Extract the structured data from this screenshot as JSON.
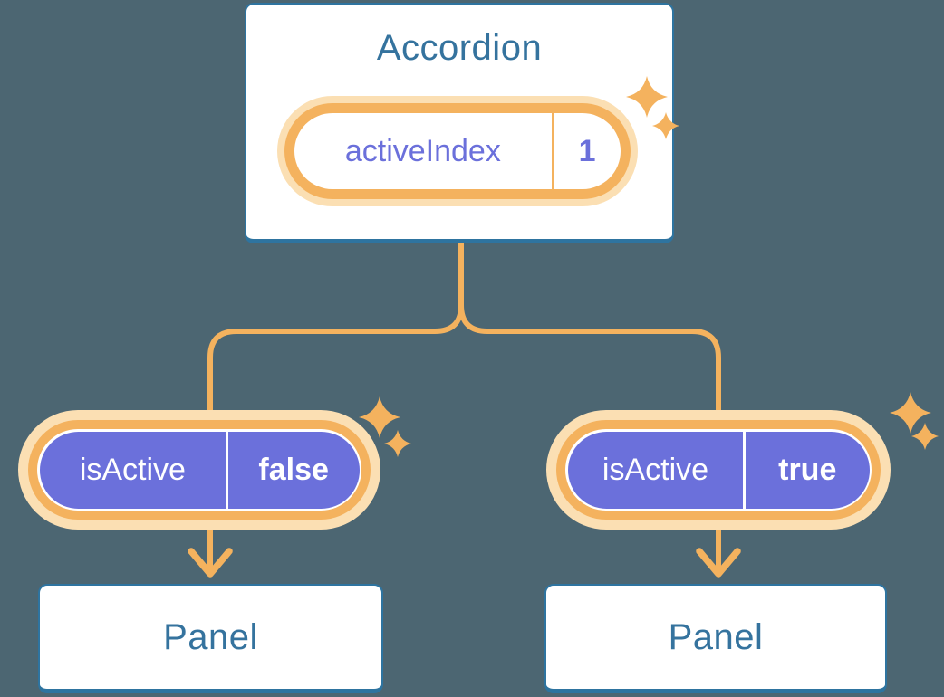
{
  "colors": {
    "background": "#4C6672",
    "accent_orange": "#F4B25E",
    "glow_orange": "#FBDFB3",
    "purple": "#6B70DB",
    "card_border": "#2E74A0",
    "heading_text": "#35739E"
  },
  "icons": {
    "sparkle": "four-point-sparkle"
  },
  "root_component": {
    "title": "Accordion",
    "state_pill": {
      "label": "activeIndex",
      "value": "1"
    }
  },
  "children": [
    {
      "prop_pill": {
        "label": "isActive",
        "value": "false"
      },
      "component": {
        "title": "Panel"
      }
    },
    {
      "prop_pill": {
        "label": "isActive",
        "value": "true"
      },
      "component": {
        "title": "Panel"
      }
    }
  ]
}
